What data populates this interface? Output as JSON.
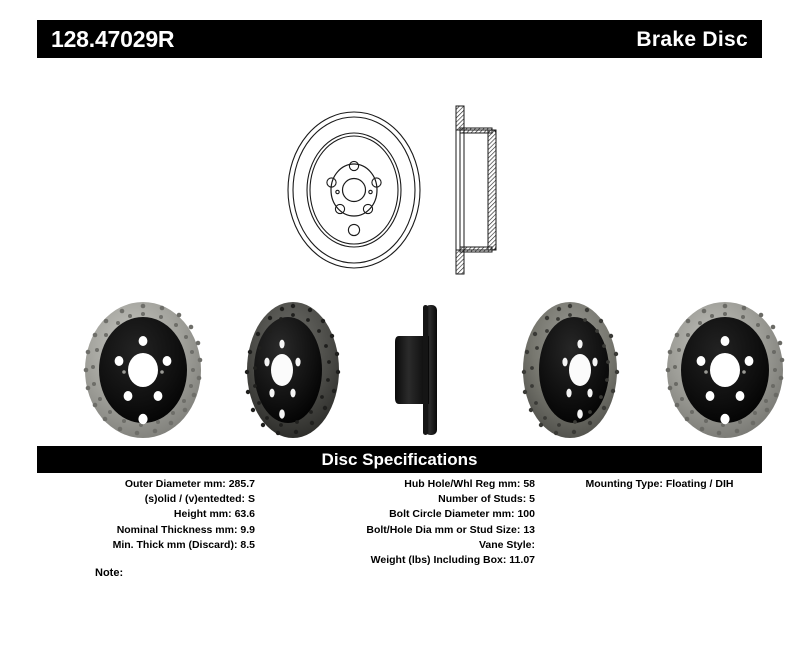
{
  "header": {
    "part_number": "128.47029R",
    "product_type": "Brake Disc"
  },
  "diagram": {
    "face_view_name": "rotor-face-line-drawing",
    "section_view_name": "rotor-cross-section-line-drawing"
  },
  "photos": [
    {
      "id": "rotor-front-face-drilled",
      "caption": ""
    },
    {
      "id": "rotor-angled-view",
      "caption": ""
    },
    {
      "id": "rotor-edge-profile-view",
      "caption": ""
    },
    {
      "id": "rotor-rear-angled-view",
      "caption": ""
    },
    {
      "id": "rotor-rear-face-drilled",
      "caption": ""
    }
  ],
  "specs": {
    "title": "Disc Specifications",
    "left_column": [
      {
        "label": "Outer Diameter mm:",
        "value": "285.7"
      },
      {
        "label": "(s)olid / (v)entedted:",
        "value": "S"
      },
      {
        "label": "Height mm:",
        "value": "63.6"
      },
      {
        "label": "Nominal Thickness mm:",
        "value": "9.9"
      },
      {
        "label": "Min. Thick mm (Discard):",
        "value": "8.5"
      }
    ],
    "middle_column": [
      {
        "label": "Hub Hole/Whl Reg mm:",
        "value": "58"
      },
      {
        "label": "Number of Studs:",
        "value": "5"
      },
      {
        "label": "Bolt Circle Diameter mm:",
        "value": "100"
      },
      {
        "label": "Bolt/Hole Dia mm or Stud Size:",
        "value": "13"
      },
      {
        "label": "Vane Style:",
        "value": ""
      },
      {
        "label": "Weight (lbs) Including Box:",
        "value": "11.07"
      }
    ],
    "right_column": [
      {
        "label": "Mounting Type:",
        "value": "Floating / DIH"
      }
    ]
  },
  "note": {
    "label": "Note:",
    "value": ""
  },
  "colors": {
    "bar_background": "#000000",
    "bar_text": "#ffffff",
    "page_background": "#ffffff",
    "body_text": "#000000",
    "rotor_ring_metal": "#9a9a96",
    "rotor_hat_black": "#0d0d0d"
  }
}
